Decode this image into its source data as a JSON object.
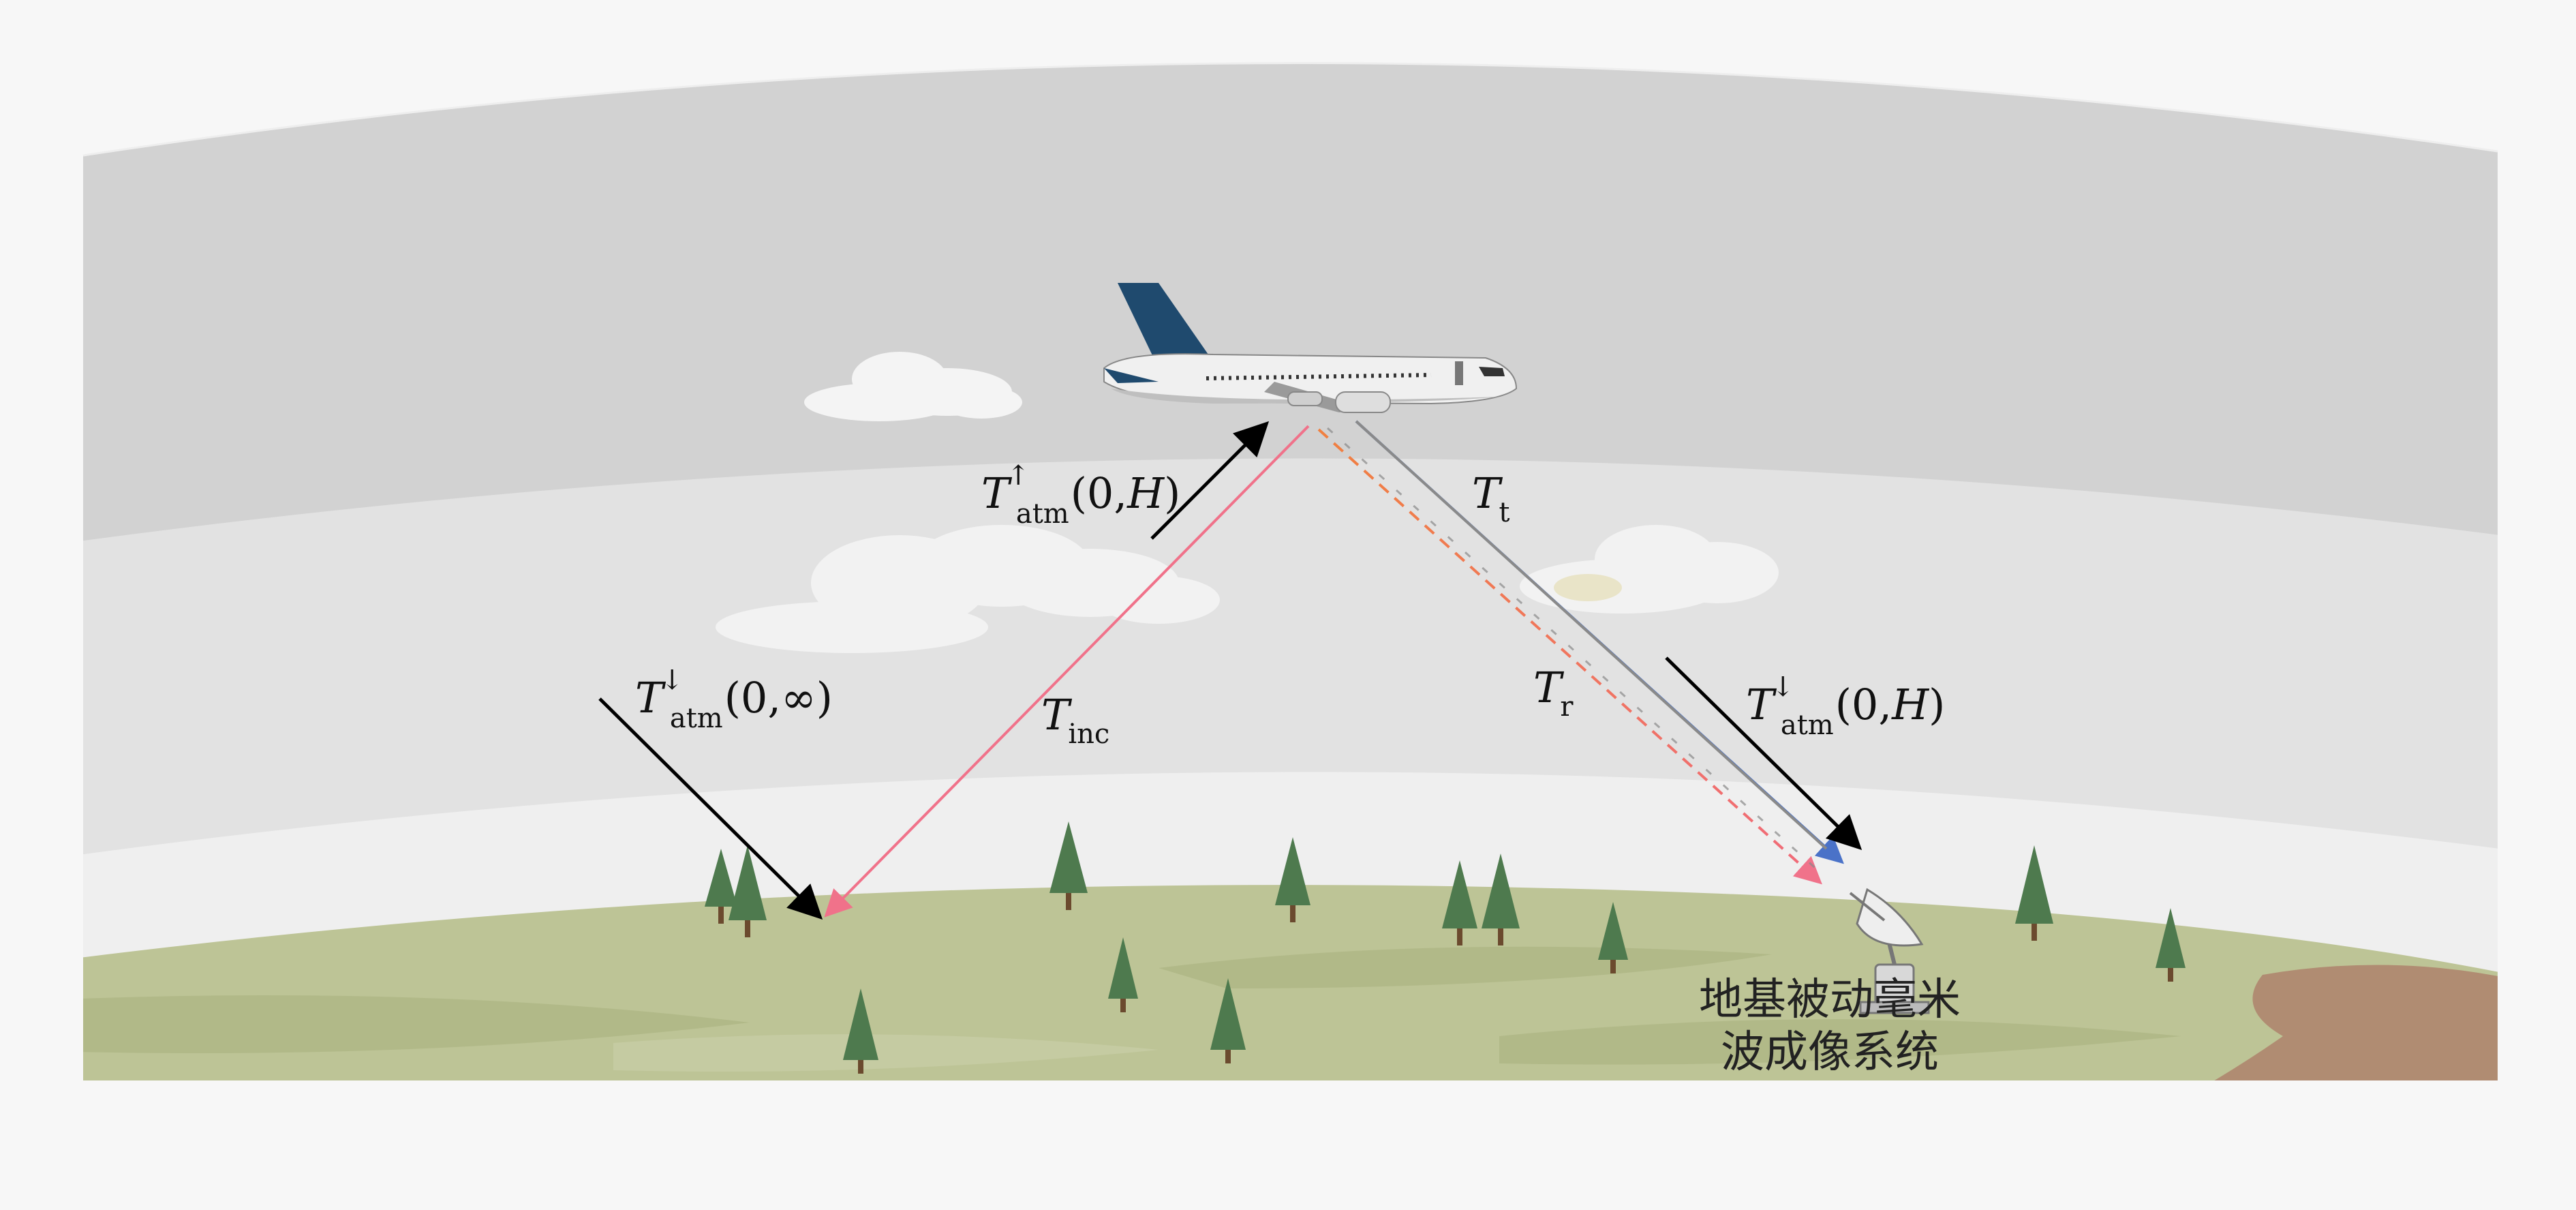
{
  "labels": {
    "t_atm_up": {
      "base": "T",
      "sup": "↑",
      "sub": "atm",
      "args": "(0,",
      "var": "H",
      "close": ")"
    },
    "t_atm_down_inf": {
      "base": "T",
      "sup": "↓",
      "sub": "atm",
      "args": "(0,∞)"
    },
    "t_atm_down_h": {
      "base": "T",
      "sup": "↓",
      "sub": "atm",
      "args": "(0,",
      "var": "H",
      "close": ")"
    },
    "t_inc": {
      "base": "T",
      "sub": "inc"
    },
    "t_t": {
      "base": "T",
      "sub": "t"
    },
    "t_r": {
      "base": "T",
      "sub": "r"
    }
  },
  "system_label": {
    "line1": "地基被动毫米",
    "line2": "波成像系统"
  },
  "colors": {
    "sky_band_top": "#d2d2d2",
    "sky_band_mid": "#e2e2e2",
    "sky_band_low": "#eeeeee",
    "ground": "#bdc496",
    "ground_dark": "#a8b07e",
    "soil": "#b08c72",
    "incident_ray": "#f0728a",
    "transmitted_ray": "#4a72c8",
    "reflected_ray_a": "#f08040",
    "reflected_ray_b": "#8a8a8a",
    "arrow_black": "#000000",
    "tree": "#4e7a4e",
    "tail": "#1f4a6e"
  },
  "icons": [
    "airplane-icon",
    "radar-dish-icon",
    "tree-icon",
    "cloud-icon"
  ]
}
